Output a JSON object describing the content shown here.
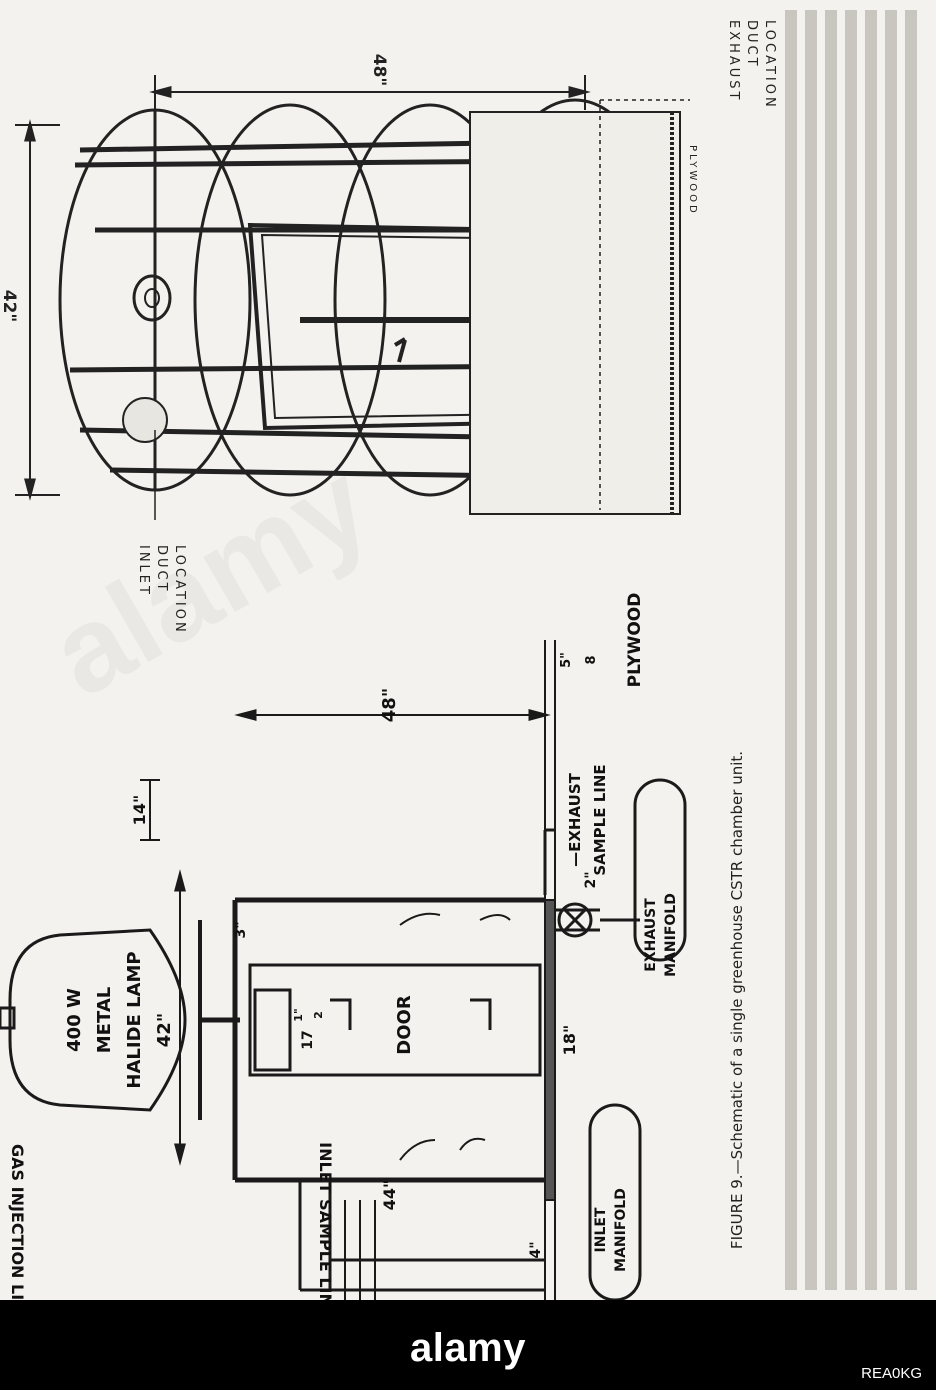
{
  "caption": "FIGURE 9.—Schematic of a single greenhouse CSTR chamber unit.",
  "left_schematic": {
    "lamp_label_lines": [
      "400 W",
      "METAL",
      "HALIDE LAMP"
    ],
    "gas_injection": "GAS INJECTION LINES",
    "inlet_sample": "INLET SAMPLE LINE",
    "inlet_manifold_lines": [
      "INLET",
      "MANIFOLD"
    ],
    "door": "DOOR",
    "exhaust_sample_lines": [
      "—EXHAUST",
      "SAMPLE LINE"
    ],
    "exhaust_manifold_lines": [
      "EXHAUST",
      "MANIFOLD"
    ],
    "plywood": "PLYWOOD",
    "dim_42": "42\"",
    "dim_44": "44\"",
    "dim_48": "48\"",
    "dim_14": "14\"",
    "dim_3": "3\"",
    "dim_18": "18\"",
    "dim_4": "4\"",
    "dim_2": "2\"",
    "dim_17": "17",
    "dim_17_frac": "1\"",
    "dim_17_den": "2",
    "dim_5": "5\"",
    "dim_5_den": "8"
  },
  "right_drawing": {
    "inlet_duct_lines": [
      "INLET",
      "DUCT",
      "LOCATION"
    ],
    "exhaust_duct_lines": [
      "EXHAUST",
      "DUCT",
      "LOCATION"
    ],
    "plywood": "PLYWOOD",
    "dim_42": "42\"",
    "dim_48": "48\""
  },
  "watermark": {
    "prefix": "alamy",
    "text": "alamy",
    "image_id": "REA0KG"
  }
}
